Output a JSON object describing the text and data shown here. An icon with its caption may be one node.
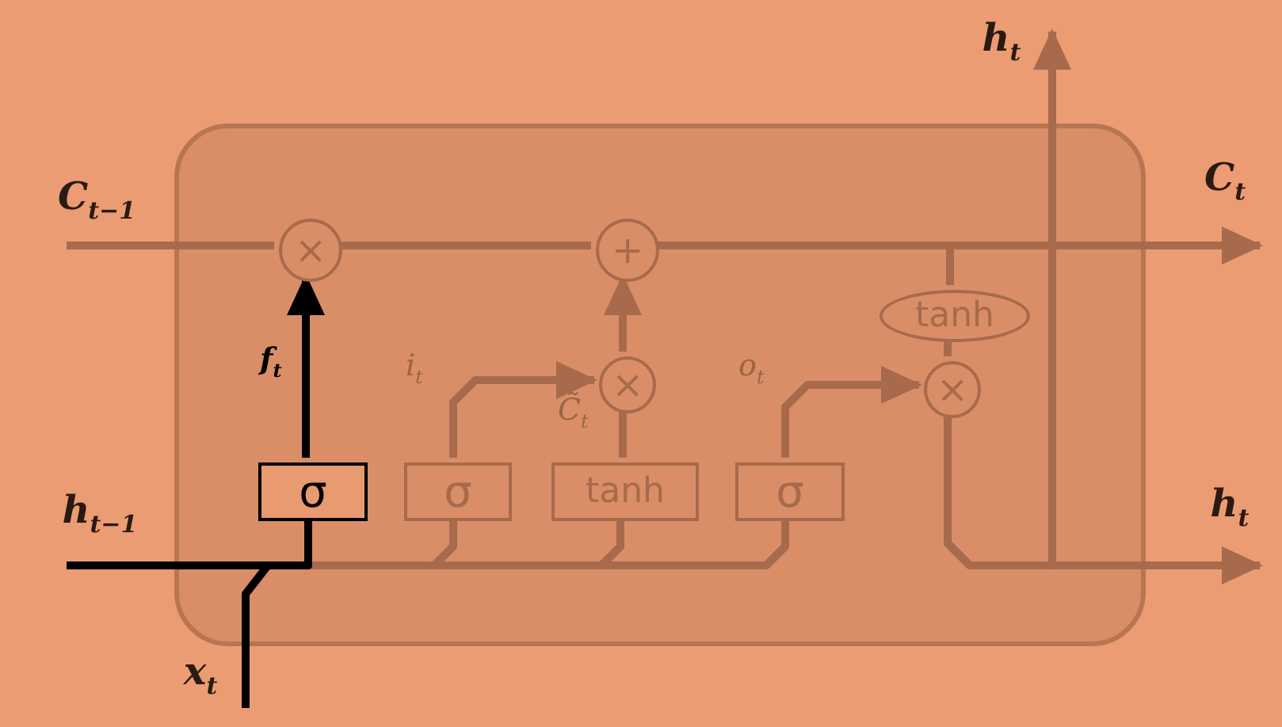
{
  "diagram": {
    "nodes": [
      {
        "text": [],
        "shape": "box"
      },
      {
        "text": [
          "C$_{t−1}$"
        ]
      },
      {
        "text": [
          "h$_{t−1}$"
        ]
      },
      {
        "text": [
          "x$_{t}$"
        ]
      },
      {
        "text": [
          "×"
        ],
        "in": 0
      },
      {
        "text": [
          "+"
        ],
        "in": 0
      },
      {
        "text": [
          "×"
        ],
        "in": 0
      },
      {
        "text": [
          "σ"
        ],
        "in": 0
      },
      {
        "text": [
          "σ"
        ],
        "in": 0
      },
      {
        "text": [
          "tanh"
        ],
        "in": 0
      },
      {
        "text": [
          "σ"
        ],
        "in": 0
      },
      {
        "text": [
          "tanh"
        ],
        "in": 0
      },
      {
        "text": [
          "×"
        ],
        "in": 0
      },
      {
        "text": [
          "C$_{t}$"
        ]
      },
      {
        "text": [
          "h$_{t}$"
        ]
      },
      {
        "text": [
          "h$_{t}$"
        ]
      }
    ],
    "edges": [
      {
        "from": 1,
        "to": 4,
        "arrow": "none"
      },
      {
        "from": 4,
        "to": 5,
        "arrow": "none"
      },
      {
        "from": 5,
        "to": 13,
        "arrow": "to"
      },
      {
        "from": 2,
        "to": 7,
        "arrow": "none",
        "color": "#000000"
      },
      {
        "from": 3,
        "to": 7,
        "arrow": "none",
        "color": "#000000"
      },
      {
        "from": 2,
        "to": 8,
        "arrow": "none"
      },
      {
        "from": 3,
        "to": 8,
        "arrow": "none"
      },
      {
        "from": 2,
        "to": 9,
        "arrow": "none"
      },
      {
        "from": 3,
        "to": 9,
        "arrow": "none"
      },
      {
        "from": 2,
        "to": 10,
        "arrow": "none"
      },
      {
        "from": 3,
        "to": 10,
        "arrow": "none"
      },
      {
        "from": 7,
        "to": 4,
        "arrow": "to",
        "label": "f$_{t}$",
        "color": "#000000"
      },
      {
        "from": 8,
        "to": 6,
        "arrow": "to",
        "label": "i$_{t}$"
      },
      {
        "from": 9,
        "to": 6,
        "arrow": "none",
        "label": "C̃$_{t}$"
      },
      {
        "from": 6,
        "to": 5,
        "arrow": "to"
      },
      {
        "from": 10,
        "to": 12,
        "arrow": "to",
        "label": "o$_{t}$"
      },
      {
        "from": 5,
        "to": 11,
        "arrow": "none"
      },
      {
        "from": 11,
        "to": 12,
        "arrow": "none"
      },
      {
        "from": 12,
        "to": 15,
        "arrow": "to"
      },
      {
        "from": 12,
        "to": 14,
        "arrow": "to"
      }
    ]
  }
}
